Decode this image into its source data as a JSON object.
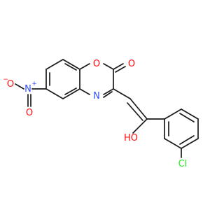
{
  "molecule": {
    "atoms": {
      "ring_oxygen": "O",
      "carbonyl_oxygen": "O",
      "ring_nitrogen": "N",
      "nitro_nitrogen": "N",
      "nitro_plus": "+",
      "nitro_oxygen_left": "O",
      "nitro_minus": "−",
      "nitro_oxygen_bottom": "O",
      "hydroxyl": "HO",
      "chlorine": "Cl"
    },
    "colors": {
      "oxygen": "#ff0d0d",
      "nitrogen": "#3050f8",
      "chlorine": "#1ff01f",
      "carbon_bond": "#1a1a1a",
      "background": "#ffffff"
    }
  }
}
